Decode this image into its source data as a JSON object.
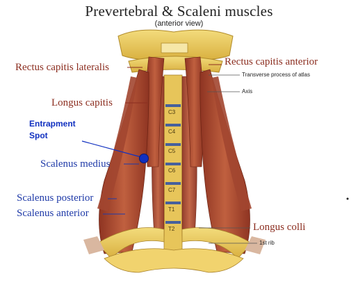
{
  "title": "Prevertebral & Scaleni muscles",
  "subtitle": "(anterior view)",
  "labels": {
    "rectus_capitis_lateralis": "Rectus capitis lateralis",
    "rectus_capitis_anterior": "Rectus capitis anterior",
    "transverse_process_of_atlas": "Transverse process of atlas",
    "axis": "Axis",
    "longus_capitis": "Longus capitis",
    "entrapment_line1": "Entrapment",
    "entrapment_line2": "Spot",
    "scalenus_medius": "Scalenus medius",
    "scalenus_posterior": "Scalenus posterior",
    "scalenus_anterior": "Scalenus anterior",
    "longus_colli": "Longus colli",
    "first_rib": "1st rib"
  },
  "vertebra_labels": [
    "C3",
    "C4",
    "C5",
    "C6",
    "C7",
    "T1",
    "T2"
  ],
  "colors": {
    "label_red": "#8b2d1f",
    "label_blue": "#1f3aa8",
    "callout_blue": "#1030c0",
    "muscle": "#b5523a",
    "bone": "#eccd5c",
    "marker": "#1030c0"
  }
}
